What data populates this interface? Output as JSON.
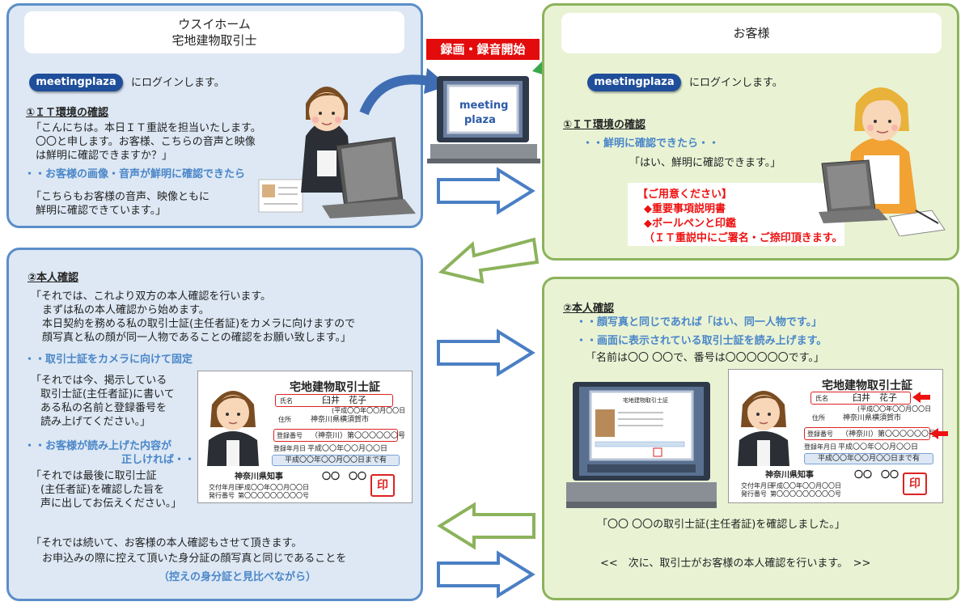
{
  "left_top": {
    "company": "ウスイホーム",
    "role": "宅地建物取引士",
    "meetingplaza": "meetingplaza",
    "login_text": "にログインします。",
    "section_title": "①ＩＴ環境の確認",
    "lines": [
      "「こんにちは。本日ＩＴ重説を担当いたします。",
      "〇〇と申します。お客様、こちらの音声と映像",
      "は鮮明に確認できますか？」"
    ],
    "condition": "・・お客様の画像・音声が鮮明に確認できたら",
    "reply_lines": [
      "「こちらもお客様の音声、映像ともに",
      "鮮明に確認できています。」"
    ]
  },
  "center": {
    "recording_label": "録画・録音開始",
    "laptop_screen_line1": "meeting",
    "laptop_screen_line2": "plaza"
  },
  "right_top": {
    "customer": "お客様",
    "meetingplaza": "meetingplaza",
    "login_text": "にログインします。",
    "section_title": "①ＩＴ環境の確認",
    "condition": "・・鮮明に確認できたら・・",
    "reply": "「はい、鮮明に確認できます。」",
    "prepare_title": "【ご用意ください】",
    "prepare_items": [
      "◆重要事項説明書",
      "◆ボールペンと印鑑",
      "（ＩＴ重説中にご署名・ご捺印頂きます。"
    ]
  },
  "left_bottom": {
    "section_title": "②本人確認",
    "intro_lines": [
      "「それでは、これより双方の本人確認を行います。",
      "まずは私の本人確認から始めます。",
      "本日契約を務める私の取引士証(主任者証)をカメラに向けますので",
      "顔写真と私の顔が同一人物であることの確認をお願い致します。」"
    ],
    "cond1": "・・取引士証をカメラに向けて固定",
    "read_lines": [
      "「それでは今、掲示している",
      "取引士証(主任者証)に書いて",
      "ある私の名前と登録番号を",
      "読み上げてください。」"
    ],
    "cond2_line1": "・・お客様が読み上げた内容が",
    "cond2_line2": "正しければ・・",
    "final_lines": [
      "「それでは最後に取引士証",
      "(主任者証)を確認した旨を",
      "声に出してお伝えください。」"
    ],
    "continue_lines": [
      "「それでは続いて、お客様の本人確認もさせて頂きます。",
      "お申込みの際に控えて頂いた身分証の顔写真と同じであることを"
    ],
    "continue_note": "（控えの身分証と見比べながら）"
  },
  "right_bottom": {
    "section_title": "②本人確認",
    "cond1": "・・顔写真と同じであれば「はい、同一人物です。」",
    "cond2": "・・画面に表示されている取引士証を読み上げます。",
    "read_reply": "「名前は〇〇 〇〇で、番号は〇〇〇〇〇〇です。」",
    "confirm_reply": "「〇〇 〇〇の取引士証(主任者証)を確認しました。」",
    "next_text": "<<　次に、取引士がお客様の本人確認を行います。　>>"
  },
  "license_card": {
    "title": "宅地建物取引士証",
    "name_label": "氏名",
    "name_value": "臼井　花子",
    "furigana": "(平成〇〇年〇〇月〇〇日",
    "address_label": "住所",
    "address_value": "神奈川県横須賀市",
    "reg_label": "登録番号",
    "reg_value": "（神奈川）第〇〇〇〇〇〇号",
    "reg_date_label": "登録年月日",
    "reg_date_value": "平成〇〇年〇〇月〇〇日",
    "validity": "平成〇〇年〇〇月〇〇日まで有",
    "issuer": "神奈川県知事",
    "issuer_name": "〇〇　〇〇",
    "issue_date_label": "交付年月日",
    "issue_date_value": "平成〇〇年〇〇月〇〇日",
    "issue_no_label": "発行番号",
    "issue_no_value": "第〇〇〇〇〇〇〇〇〇号",
    "stamp": "印"
  },
  "mini_card_title": "宅地建物取引士証",
  "colors": {
    "blue_panel": "#dde8f4",
    "blue_border": "#5b8ec9",
    "green_panel": "#e9f3d4",
    "green_border": "#8cb35c",
    "accent_blue": "#4a86c8",
    "red": "#e11"
  }
}
